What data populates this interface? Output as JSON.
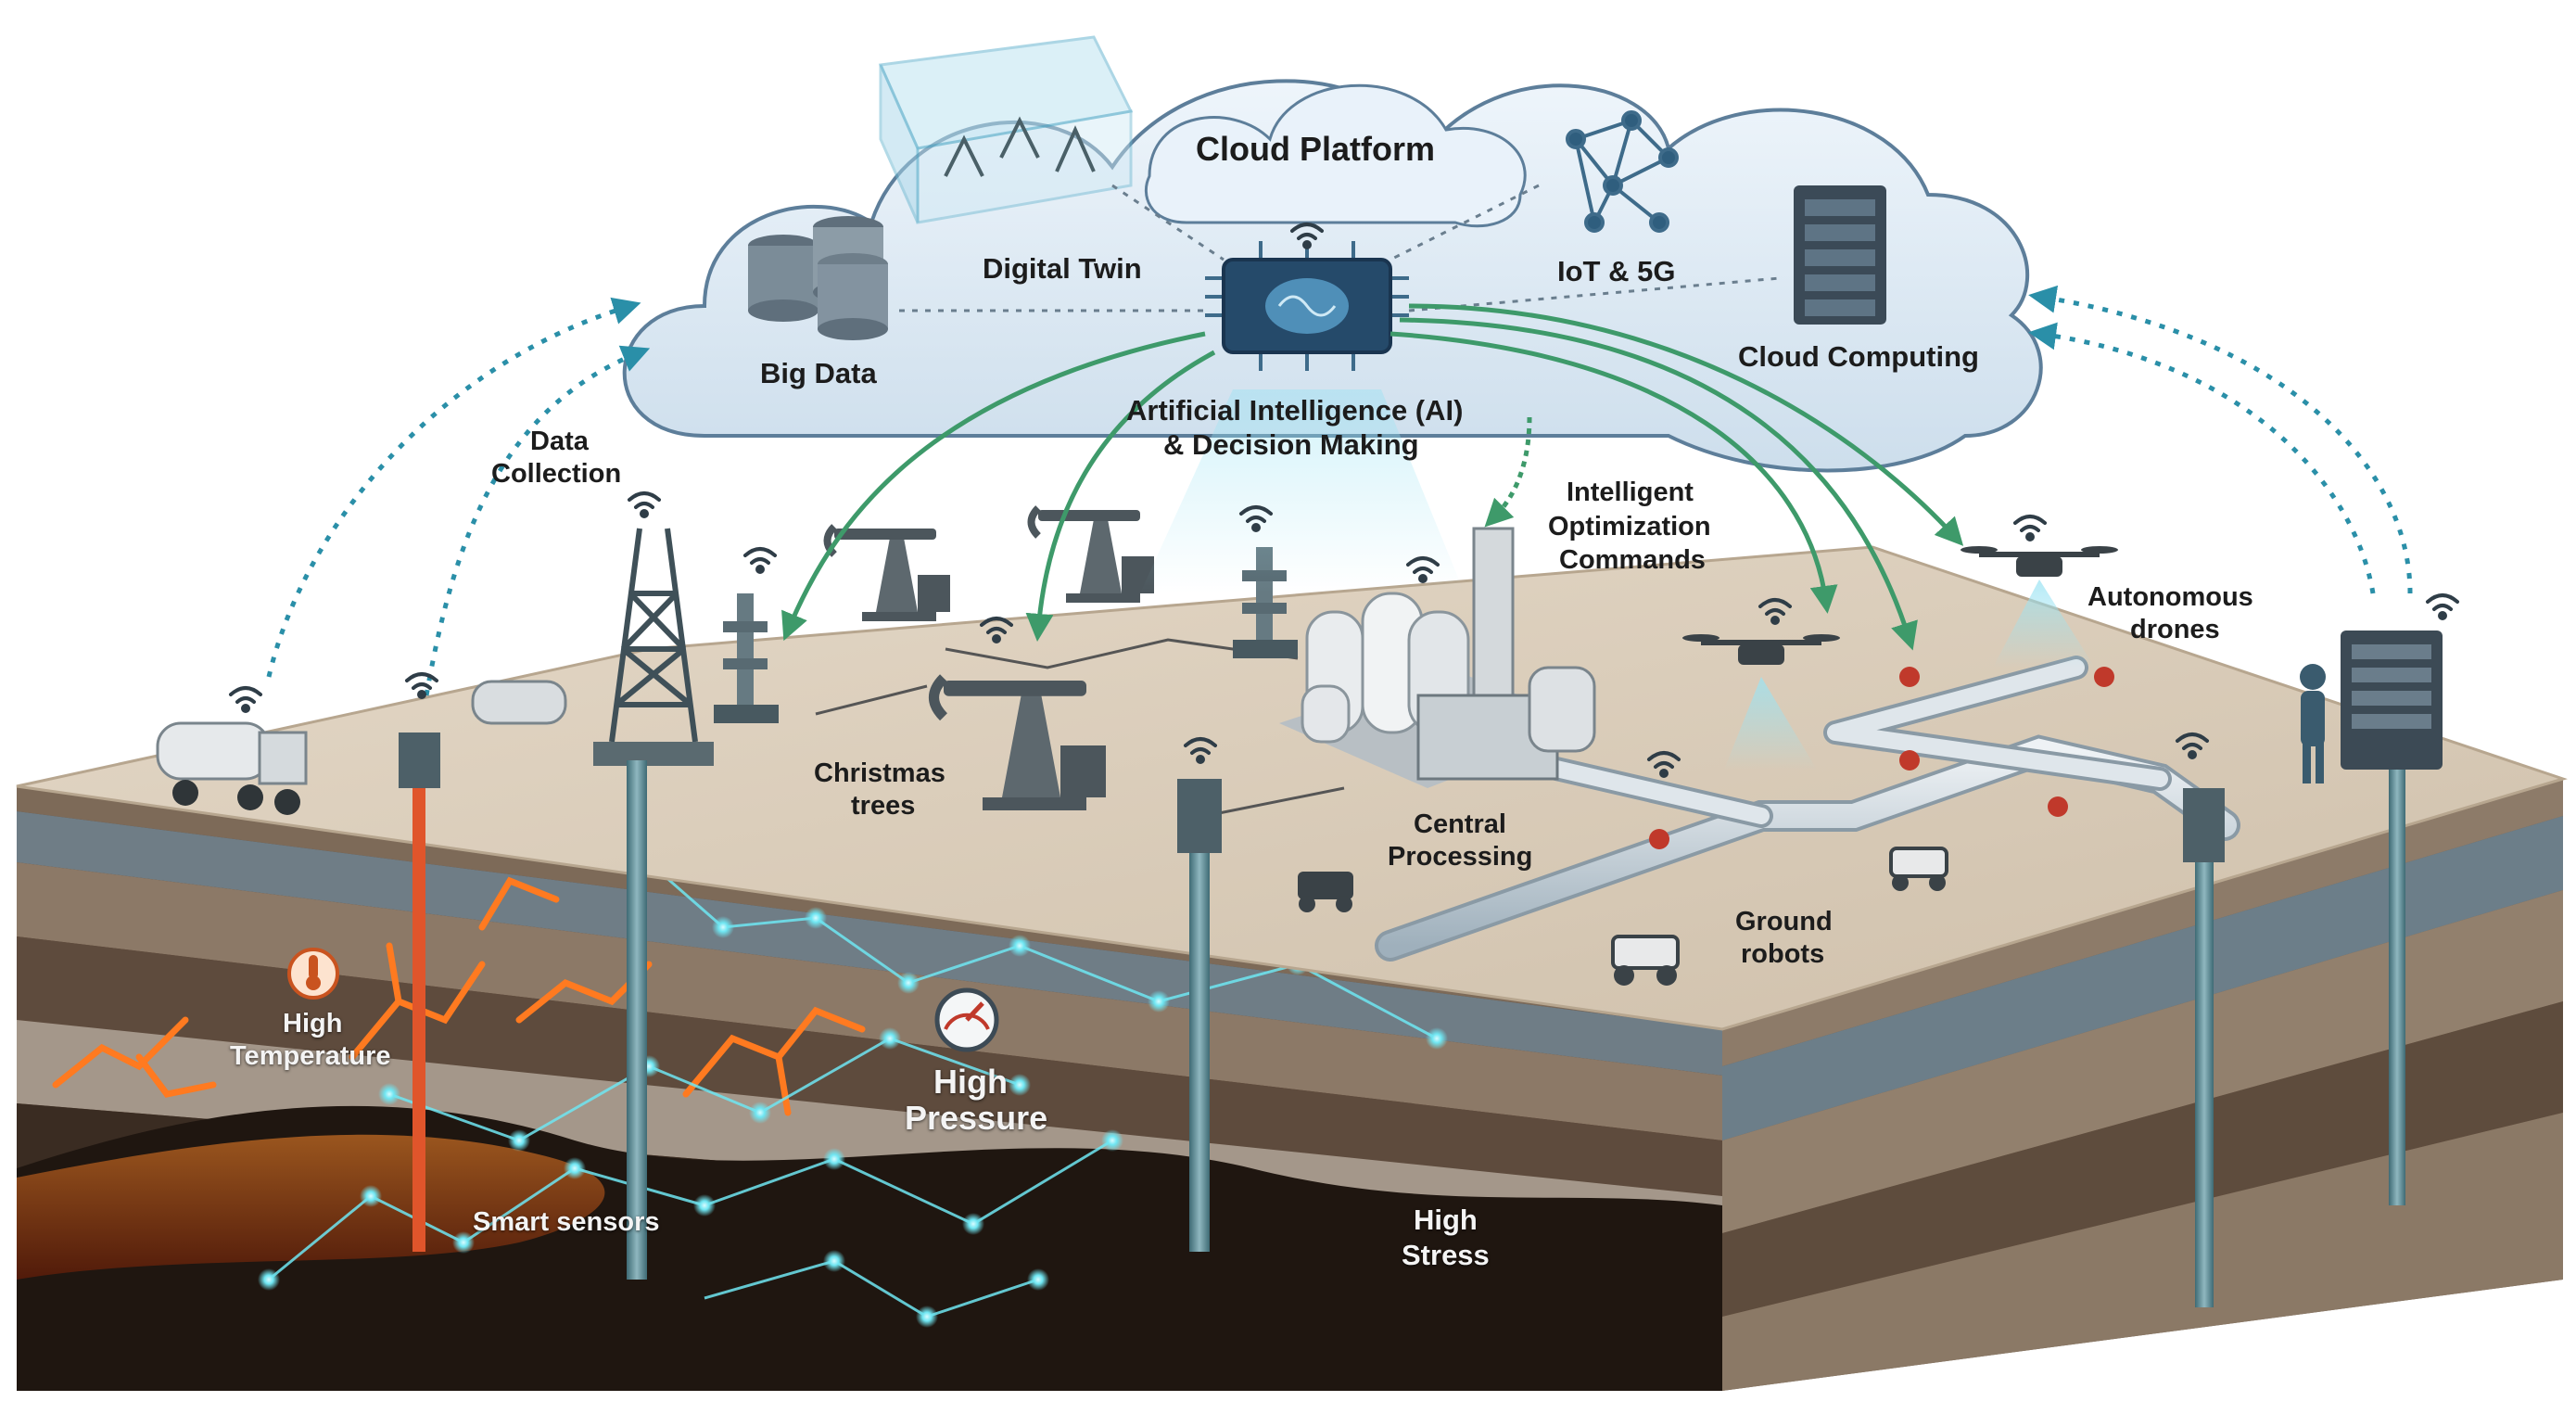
{
  "cloud": {
    "title": "Cloud Platform",
    "digital_twin": "Digital Twin",
    "big_data": "Big Data",
    "iot_5g": "IoT & 5G",
    "cloud_computing": "Cloud Computing",
    "ai_line1": "Artificial Intelligence (AI)",
    "ai_line2": "& Decision Making"
  },
  "labels": {
    "data_collection_1": "Data",
    "data_collection_2": "Collection",
    "intelligent_1": "Intelligent",
    "intelligent_2": "Optimization",
    "intelligent_3": "Commands",
    "drones_1": "Autonomous",
    "drones_2": "drones",
    "christmas_1": "Christmas",
    "christmas_2": "trees",
    "central_1": "Central",
    "central_2": "Processing",
    "ground_1": "Ground",
    "ground_2": "robots",
    "temp_1": "High",
    "temp_2": "Temperature",
    "pressure_1": "High",
    "pressure_2": "Pressure",
    "sensors": "Smart sensors",
    "stress_1": "High",
    "stress_2": "Stress"
  },
  "colors": {
    "cloud_fill": "#dbe8f3",
    "cloud_stroke": "#5d7e9a",
    "surface": "#d8cbb9",
    "arrow_green": "#3e9a6a",
    "arrow_teal": "#2a8fa8",
    "lava": "#ff6a1a",
    "sensor_glow": "#6fe6f2",
    "pipe": "#c9d3da"
  },
  "icons": {
    "wifi": "wifi-icon",
    "thermometer": "thermometer-icon",
    "gauge": "pressure-gauge-icon",
    "server": "server-rack-icon",
    "database": "database-icon",
    "network": "network-graph-icon",
    "chip": "ai-chip-icon",
    "drone": "drone-icon",
    "robot": "ground-robot-icon",
    "pumpjack": "pumpjack-icon",
    "derrick": "drilling-derrick-icon",
    "truck": "tanker-truck-icon"
  }
}
